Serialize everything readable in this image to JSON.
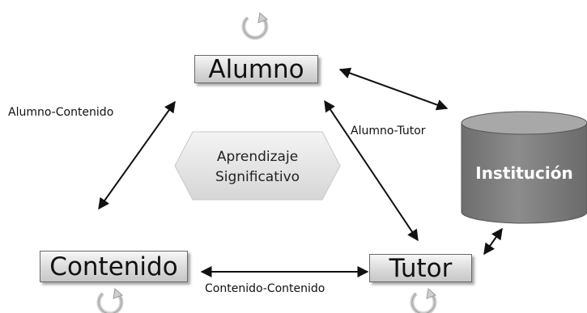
{
  "nodes": {
    "alumno": "Alumno",
    "contenido": "Contenido",
    "tutor": "Tutor",
    "institucion": "Institución"
  },
  "center": {
    "line1": "Aprendizaje",
    "line2": "Significativo"
  },
  "edges": {
    "alumno_contenido": "Alumno-Contenido",
    "alumno_tutor": "Alumno-Tutor",
    "contenido_contenido": "Contenido-Contenido"
  },
  "colors": {
    "box_border": "#6a6a6a",
    "cylinder": "#7f7f7f",
    "arrow": "#111111",
    "cycle_icon": "#d4d4d4"
  }
}
